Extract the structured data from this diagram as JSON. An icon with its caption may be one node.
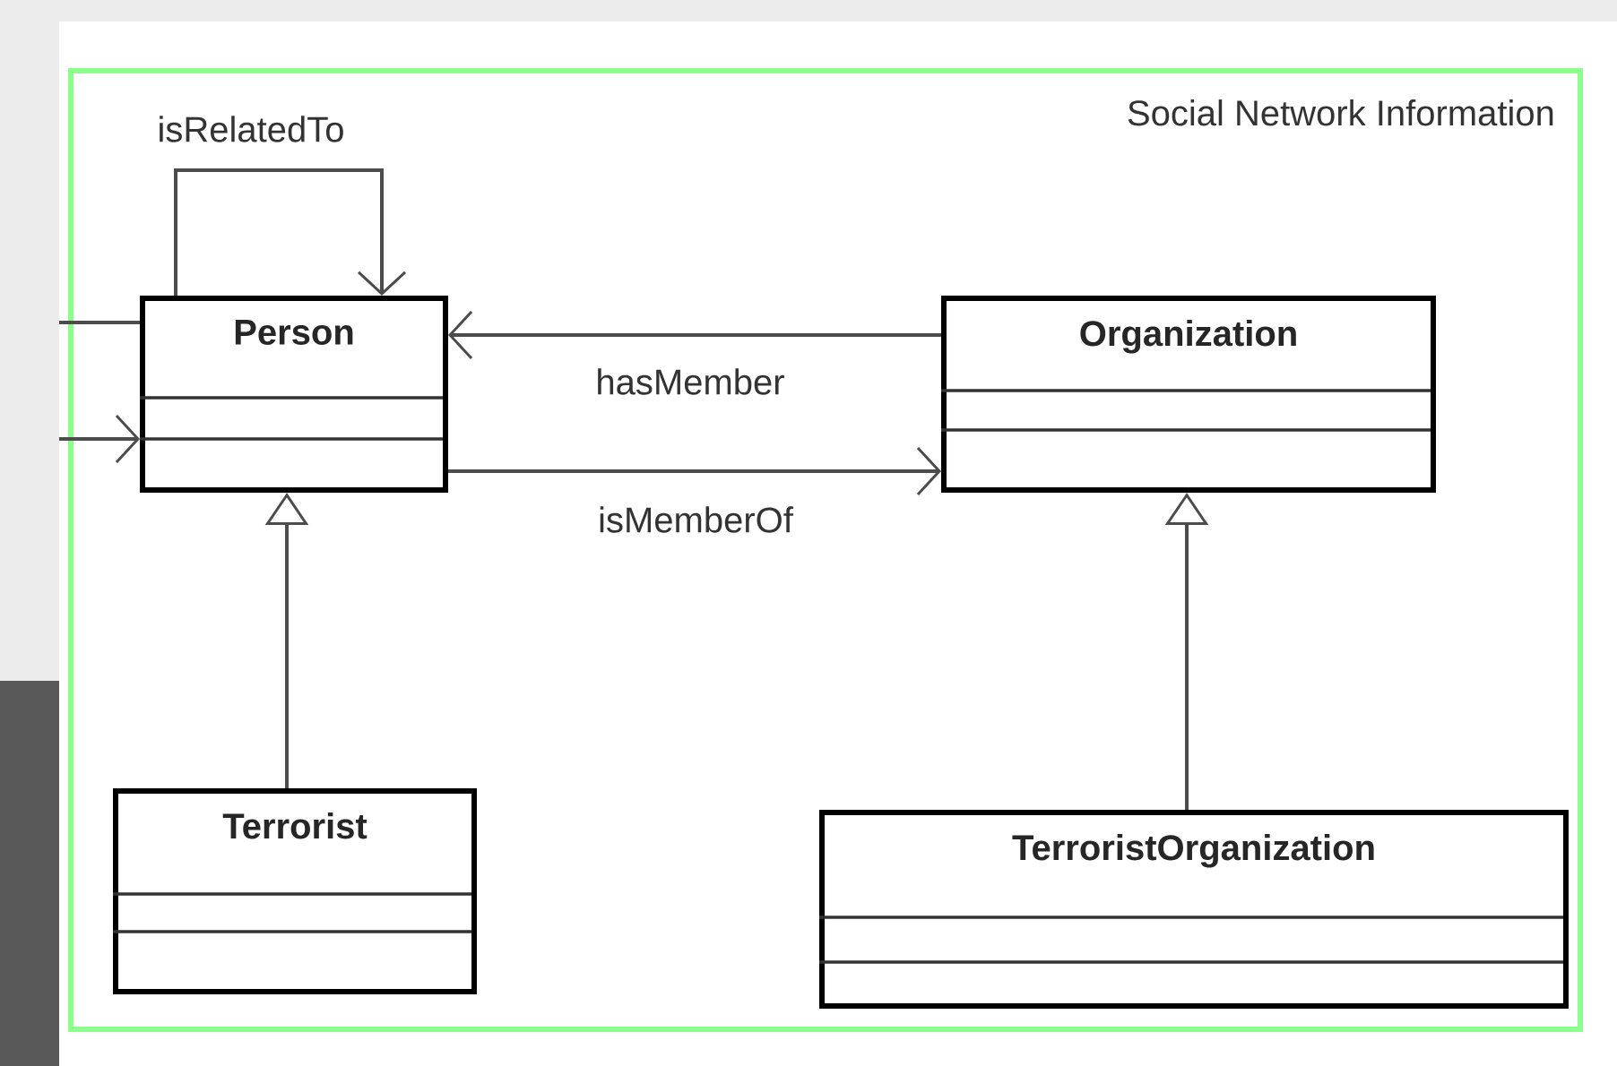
{
  "diagram": {
    "nodes": [
      {
        "text": [
          "Social Network Information"
        ]
      },
      {
        "text": [
          "Person"
        ],
        "in": 0
      },
      {
        "text": [
          "Organization"
        ],
        "in": 0
      },
      {
        "text": [
          "Terrorist"
        ],
        "in": 0
      },
      {
        "text": [
          "TerroristOrganization"
        ],
        "in": 0
      }
    ],
    "edges": [
      {
        "from": 1,
        "to": 1,
        "arrow": "to",
        "label": "isRelatedTo"
      },
      {
        "from": 2,
        "to": 1,
        "arrow": "to",
        "label": "hasMember"
      },
      {
        "from": 1,
        "to": 2,
        "arrow": "to",
        "label": "isMemberOf"
      },
      {
        "from": 3,
        "to": 1,
        "arrow": "to"
      },
      {
        "from": 4,
        "to": 2,
        "arrow": "to"
      },
      {
        "from": null,
        "to": 1,
        "arrow": "none"
      },
      {
        "from": null,
        "to": 1,
        "arrow": "to"
      }
    ]
  }
}
